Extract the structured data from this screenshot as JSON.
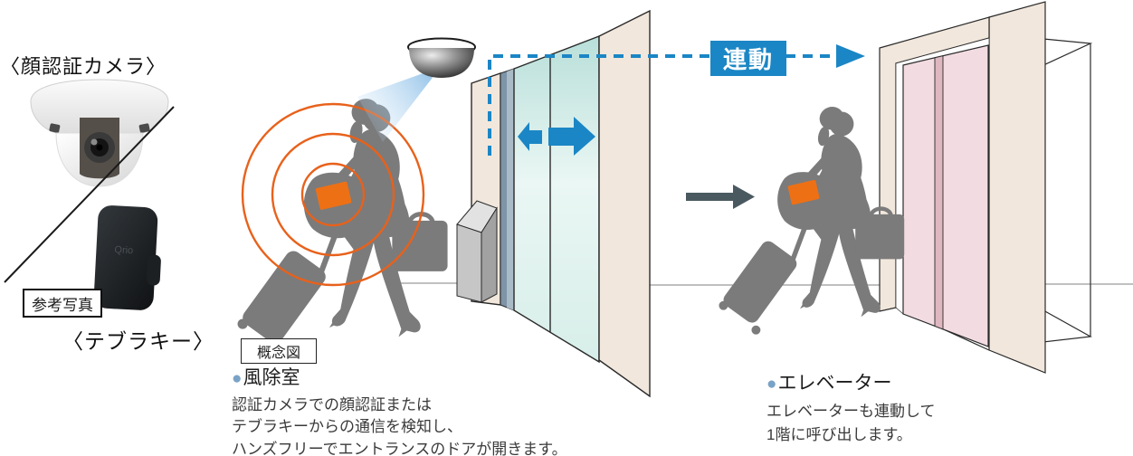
{
  "photos": {
    "face_camera_label": "〈顔認証カメラ〉",
    "reference_photo_label": "参考写真",
    "key_label": "〈テブラキー〉",
    "key_logo": "Qrio"
  },
  "diagram": {
    "concept_label": "概念図",
    "linked_label": "連動"
  },
  "sections": {
    "vestibule": {
      "bullet": "●",
      "title": "風除室",
      "desc_lines": [
        "認証カメラでの顔認証または",
        "テブラキーからの通信を検知し、",
        "ハンズフリーでエントランスのドアが開きます。"
      ]
    },
    "elevator": {
      "bullet": "●",
      "title": "エレベーター",
      "desc_lines": [
        "エレベーターも連動して",
        "1階に呼び出します。"
      ]
    }
  },
  "icons": {
    "ceiling_camera": "dome-security-camera",
    "face_camera_photo": "dome-face-recognition-camera",
    "key_fob_photo": "hands-free-key-fob",
    "radio_waves": "concentric-signal-circles",
    "door_arrows": "sliding-door-open-arrows",
    "linked_arrow": "dashed-link-arrow",
    "flow_arrow": "next-step-arrow"
  },
  "colors": {
    "accent_blue": "#1b86c5",
    "signal_orange": "#e8611b",
    "key_orange": "#ee7015",
    "silhouette_gray": "#7b7b7b",
    "wall_beige": "#f1e7dc",
    "glass_tint": "#cdeae4",
    "elevator_pink": "#f2dce2",
    "elevator_pink_dark": "#dfb7c1",
    "bullet_blue": "#79a3c6",
    "flow_arrow_dark": "#4a5960"
  }
}
